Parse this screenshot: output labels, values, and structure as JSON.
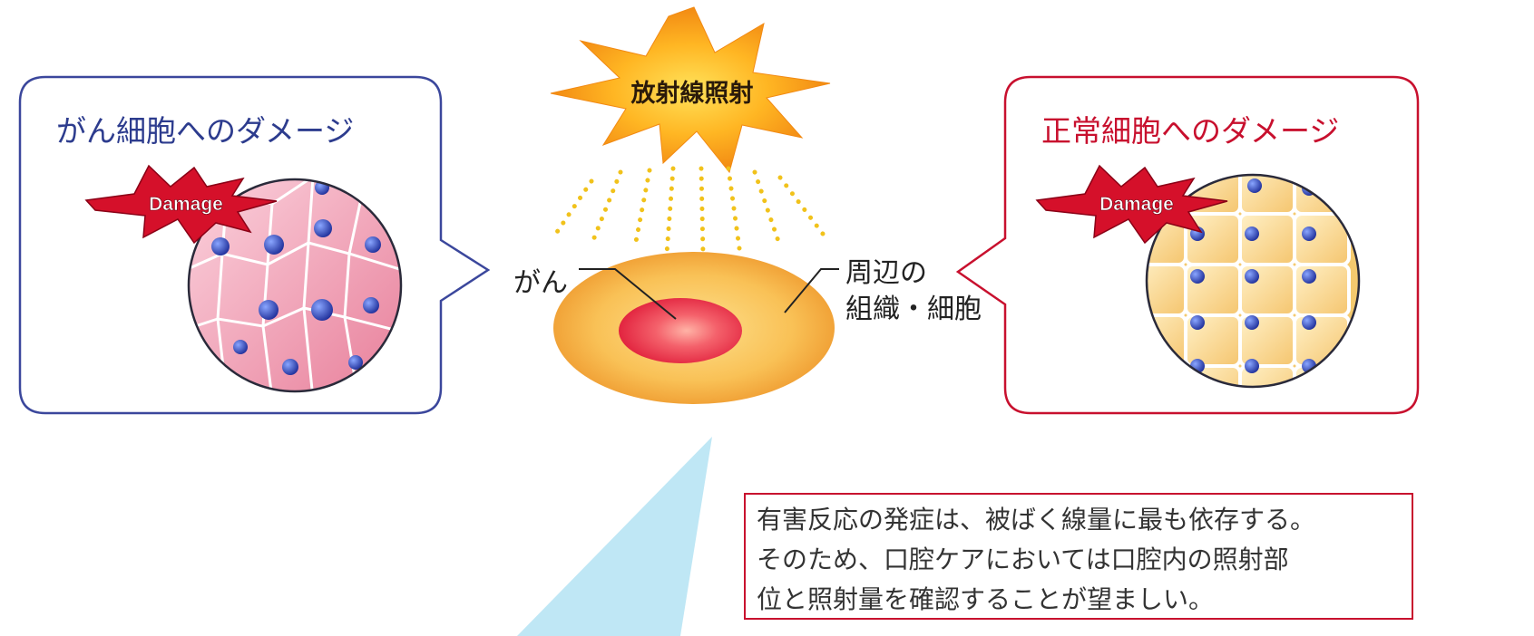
{
  "center": {
    "burst_label": "放射線照射",
    "tumor_label": "がん",
    "tissue_label_line1": "周辺の",
    "tissue_label_line2": "組織・細胞"
  },
  "left_panel": {
    "title": "がん細胞へのダメージ",
    "damage_badge": "Damage",
    "accent_color": "#3b479c"
  },
  "right_panel": {
    "title": "正常細胞へのダメージ",
    "damage_badge": "Damage",
    "accent_color": "#c8102e"
  },
  "note": {
    "lines": [
      "有害反応の発症は、被ばく線量に最も依存する。",
      "そのため、口腔ケアにおいては口腔内の照射部",
      "位と照射量を確認することが望ましい。"
    ]
  }
}
